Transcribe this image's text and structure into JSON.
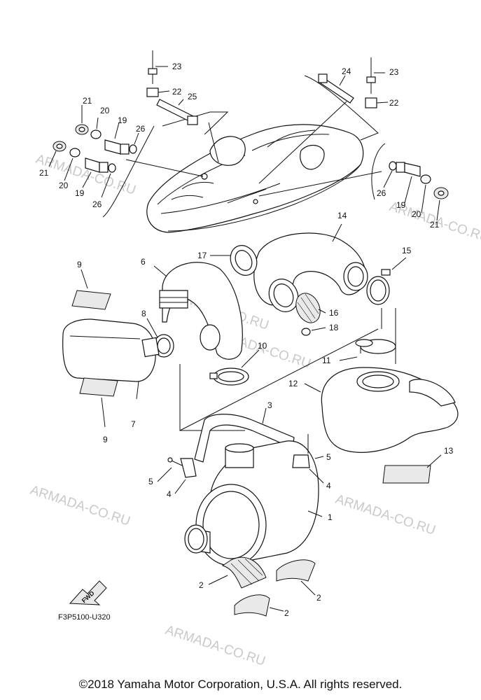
{
  "callouts": {
    "c1": "1",
    "c2a": "2",
    "c2b": "2",
    "c2c": "2",
    "c3": "3",
    "c4a": "4",
    "c4b": "4",
    "c5a": "5",
    "c5b": "5",
    "c6": "6",
    "c7": "7",
    "c8": "8",
    "c9a": "9",
    "c9b": "9",
    "c10": "10",
    "c11": "11",
    "c12": "12",
    "c13": "13",
    "c14": "14",
    "c15": "15",
    "c16": "16",
    "c17": "17",
    "c18": "18",
    "c19a": "19",
    "c19b": "19",
    "c19c": "19",
    "c20a": "20",
    "c20b": "20",
    "c20c": "20",
    "c21a": "21",
    "c21b": "21",
    "c21c": "21",
    "c22a": "22",
    "c22b": "22",
    "c23a": "23",
    "c23b": "23",
    "c24": "24",
    "c25": "25",
    "c26a": "26",
    "c26b": "26",
    "c26c": "26"
  },
  "watermark": "ARMADA-CO.RU",
  "fwd_label": "FWD",
  "diagram_code": "F3P5100-U320",
  "copyright": "©2018 Yamaha Motor Corporation, U.S.A. All rights reserved."
}
